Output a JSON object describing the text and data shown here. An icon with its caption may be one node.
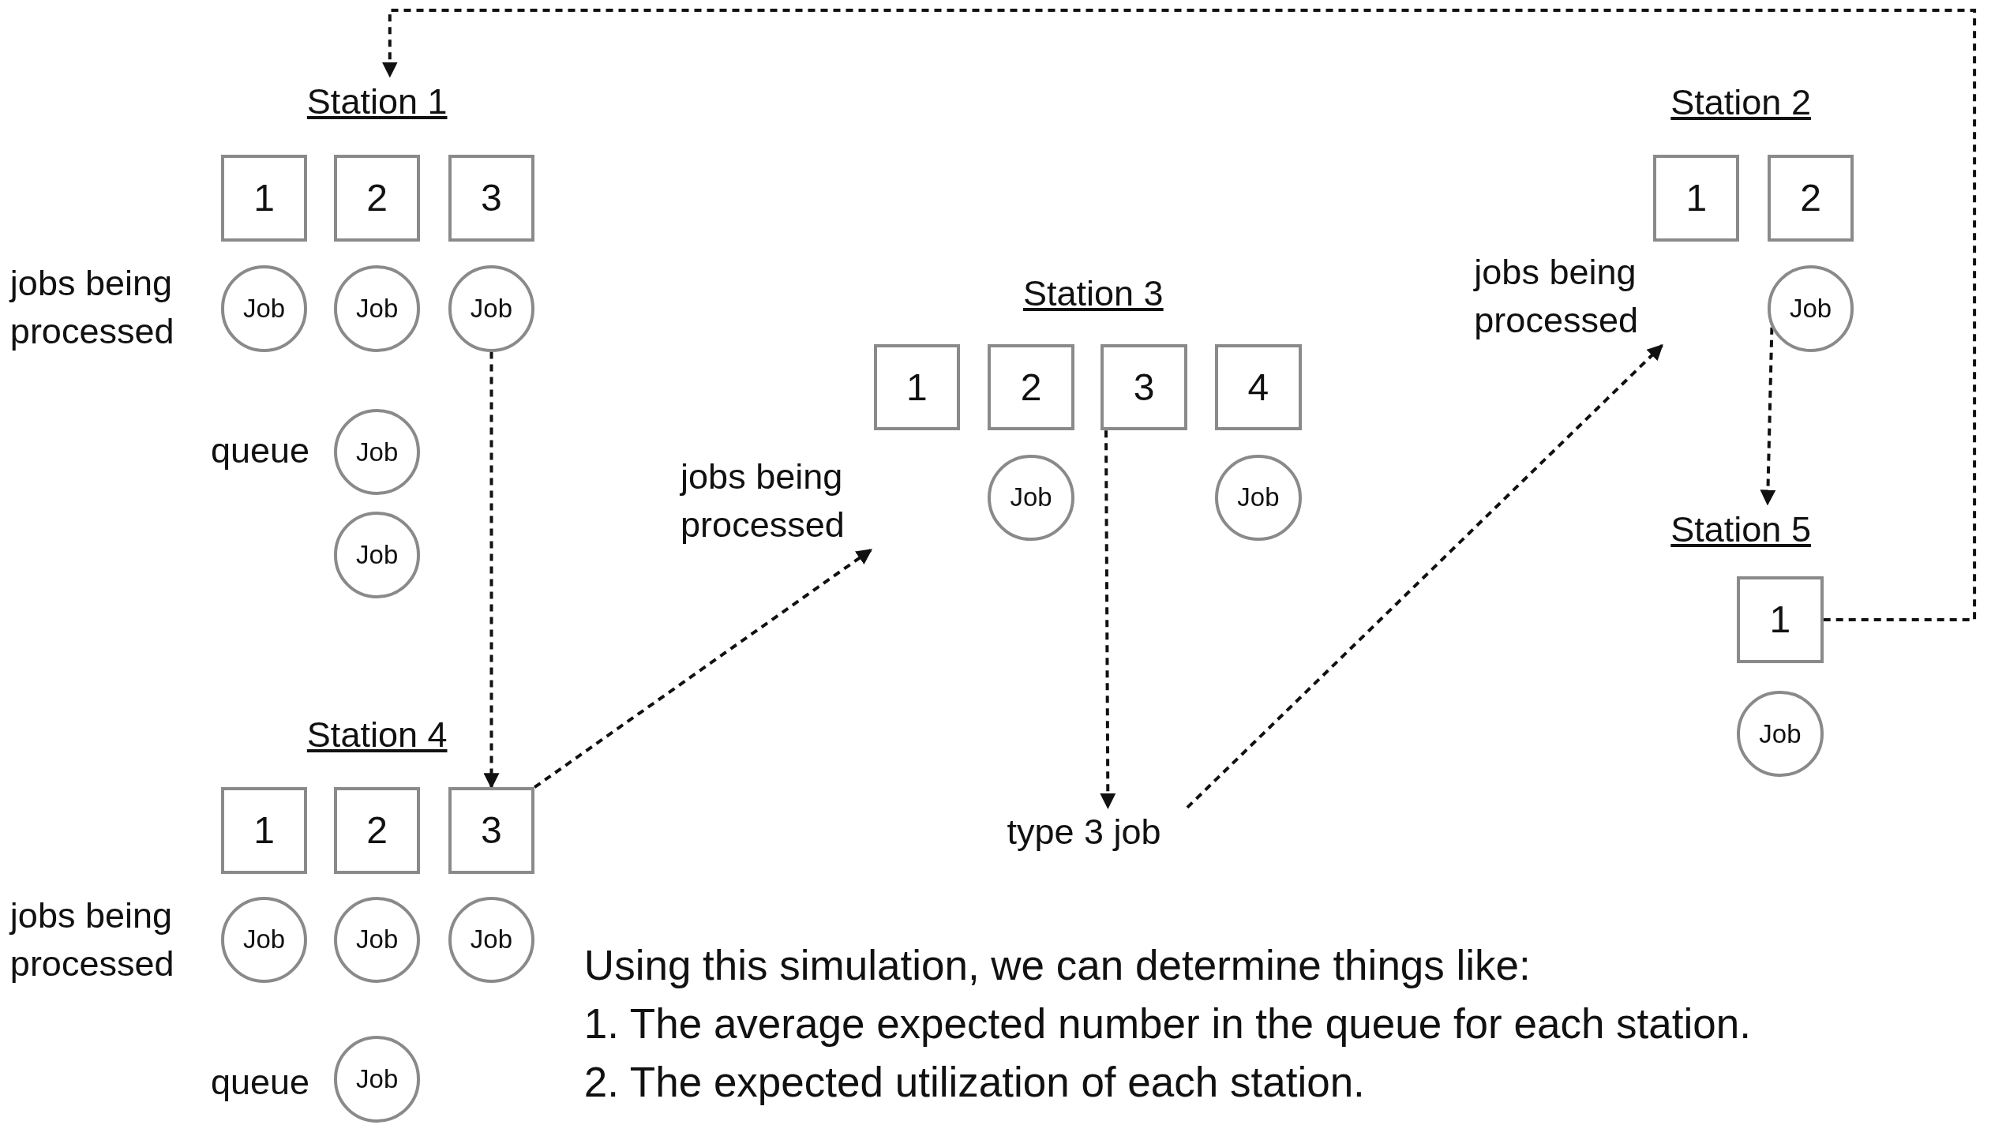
{
  "diagram": {
    "nodes": [
      {
        "text": [
          "Station 1"
        ]
      },
      {
        "text": [
          "1"
        ]
      },
      {
        "text": [
          "2"
        ]
      },
      {
        "text": [
          "3"
        ]
      },
      {
        "text": [
          "Job"
        ]
      },
      {
        "text": [
          "Job"
        ]
      },
      {
        "text": [
          "Job"
        ]
      },
      {
        "text": [
          "Job"
        ]
      },
      {
        "text": [
          "Job"
        ]
      },
      {
        "text": [
          "Station 4"
        ]
      },
      {
        "text": [
          "1"
        ]
      },
      {
        "text": [
          "2"
        ]
      },
      {
        "text": [
          "3"
        ]
      },
      {
        "text": [
          "Job"
        ]
      },
      {
        "text": [
          "Job"
        ]
      },
      {
        "text": [
          "Job"
        ]
      },
      {
        "text": [
          "Job"
        ]
      },
      {
        "text": [
          "Station 3"
        ]
      },
      {
        "text": [
          "1"
        ]
      },
      {
        "text": [
          "2"
        ]
      },
      {
        "text": [
          "3"
        ]
      },
      {
        "text": [
          "4"
        ]
      },
      {
        "text": [
          "jobs being processed"
        ]
      },
      {
        "text": [
          "Job"
        ]
      },
      {
        "text": [
          "Job"
        ]
      },
      {
        "text": [
          "type 3 job"
        ]
      },
      {
        "text": [
          "Station 2"
        ]
      },
      {
        "text": [
          "1"
        ]
      },
      {
        "text": [
          "2"
        ]
      },
      {
        "text": [
          "jobs being processed"
        ]
      },
      {
        "text": [
          "Job"
        ]
      },
      {
        "text": [
          "Station 5"
        ]
      },
      {
        "text": [
          "1"
        ]
      },
      {
        "text": [
          "Job"
        ]
      }
    ],
    "edges": [
      {
        "from": 6,
        "to": 12,
        "arrow": "to",
        "style": "dashed"
      },
      {
        "from": 12,
        "to": 22,
        "arrow": "to",
        "style": "dashed"
      },
      {
        "from": 20,
        "to": 25,
        "arrow": "to",
        "style": "dashed"
      },
      {
        "from": 25,
        "to": 29,
        "arrow": "to",
        "style": "dashed"
      },
      {
        "from": 30,
        "to": 31,
        "arrow": "to",
        "style": "dashed"
      },
      {
        "from": 32,
        "to": 0,
        "arrow": "to",
        "style": "dashed"
      }
    ],
    "labels": [
      "jobs being processed",
      "queue",
      "jobs being processed",
      "queue",
      "Using this simulation, we can determine things like:",
      "1. The average expected number in the queue for each station.",
      "2. The expected utilization of each station."
    ]
  }
}
